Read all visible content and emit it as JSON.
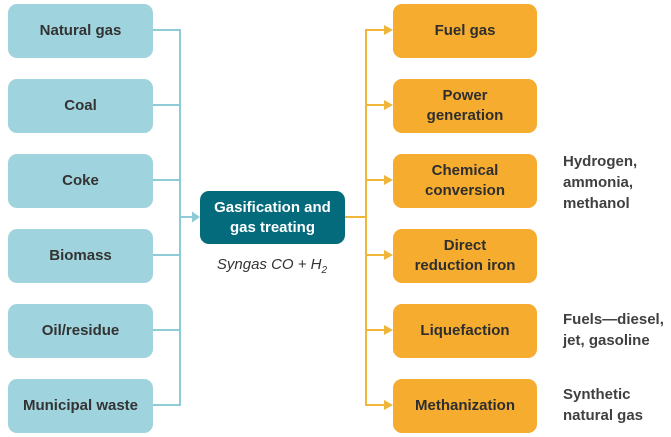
{
  "inputs": [
    {
      "label": "Natural gas"
    },
    {
      "label": "Coal"
    },
    {
      "label": "Coke"
    },
    {
      "label": "Biomass"
    },
    {
      "label": "Oil/residue"
    },
    {
      "label": "Municipal waste"
    }
  ],
  "process": {
    "label_line1": "Gasification and",
    "label_line2": "gas treating",
    "syngas_prefix": "Syngas CO + H",
    "syngas_subscript": "2"
  },
  "outputs": [
    {
      "line1": "Fuel gas",
      "line2": ""
    },
    {
      "line1": "Power",
      "line2": "generation"
    },
    {
      "line1": "Chemical",
      "line2": "conversion"
    },
    {
      "line1": "Direct",
      "line2": "reduction iron"
    },
    {
      "line1": "Liquefaction",
      "line2": ""
    },
    {
      "line1": "Methanization",
      "line2": ""
    }
  ],
  "notes": {
    "chemical": [
      "Hydrogen,",
      "ammonia,",
      "methanol"
    ],
    "liquefaction": [
      "Fuels—diesel,",
      "jet, gasoline"
    ],
    "methanization": [
      "Synthetic",
      "natural gas"
    ]
  },
  "colors": {
    "input_fill": "#9fd3dd",
    "input_connector": "#8ecbd6",
    "process_fill": "#036b7c",
    "output_fill": "#f5ac2f",
    "output_connector": "#f0b63a"
  }
}
